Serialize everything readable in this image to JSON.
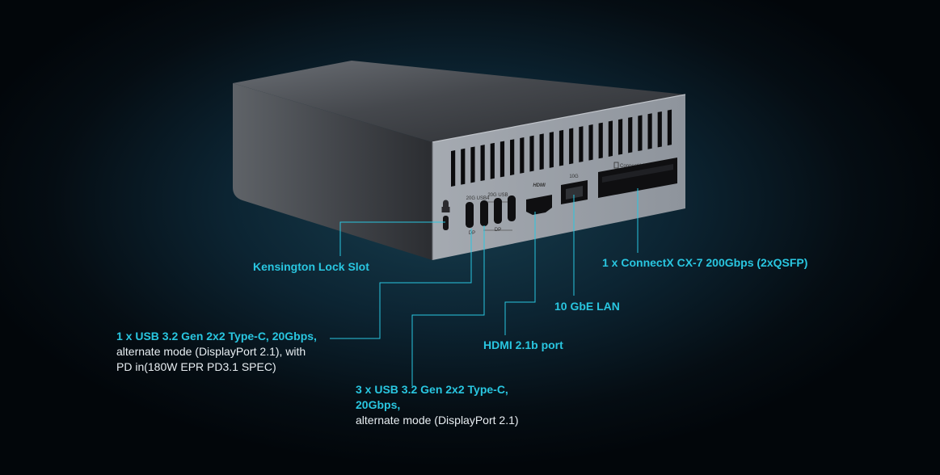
{
  "device": {
    "port_markings": {
      "usb_pd": "20G USB4",
      "usb_group": "20G USB",
      "dp_single": "DP",
      "dp_group": "DP",
      "hdmi": "HDMI",
      "lan": "10G",
      "connectx": "ConnectX-7"
    }
  },
  "callouts": {
    "kensington": {
      "title": "Kensington Lock Slot"
    },
    "usb_pd": {
      "title": "1 x USB 3.2 Gen 2x2 Type-C, 20Gbps,",
      "line2": "alternate mode (DisplayPort 2.1), with",
      "line3": "PD in(180W EPR PD3.1 SPEC)"
    },
    "usb_group": {
      "title1": "3 x USB 3.2 Gen 2x2 Type-C,",
      "title2": "20Gbps,",
      "line3": "alternate mode (DisplayPort 2.1)"
    },
    "hdmi": {
      "title": "HDMI 2.1b port"
    },
    "lan": {
      "title": "10 GbE LAN"
    },
    "connectx": {
      "title": "1 x ConnectX CX-7 200Gbps (2xQSFP)"
    }
  },
  "colors": {
    "accent": "#29c6e0",
    "body_text": "#e8eef2",
    "background": "#0c2432",
    "panel": "#9aa0a8",
    "vent_slot": "#0b0b0d"
  }
}
